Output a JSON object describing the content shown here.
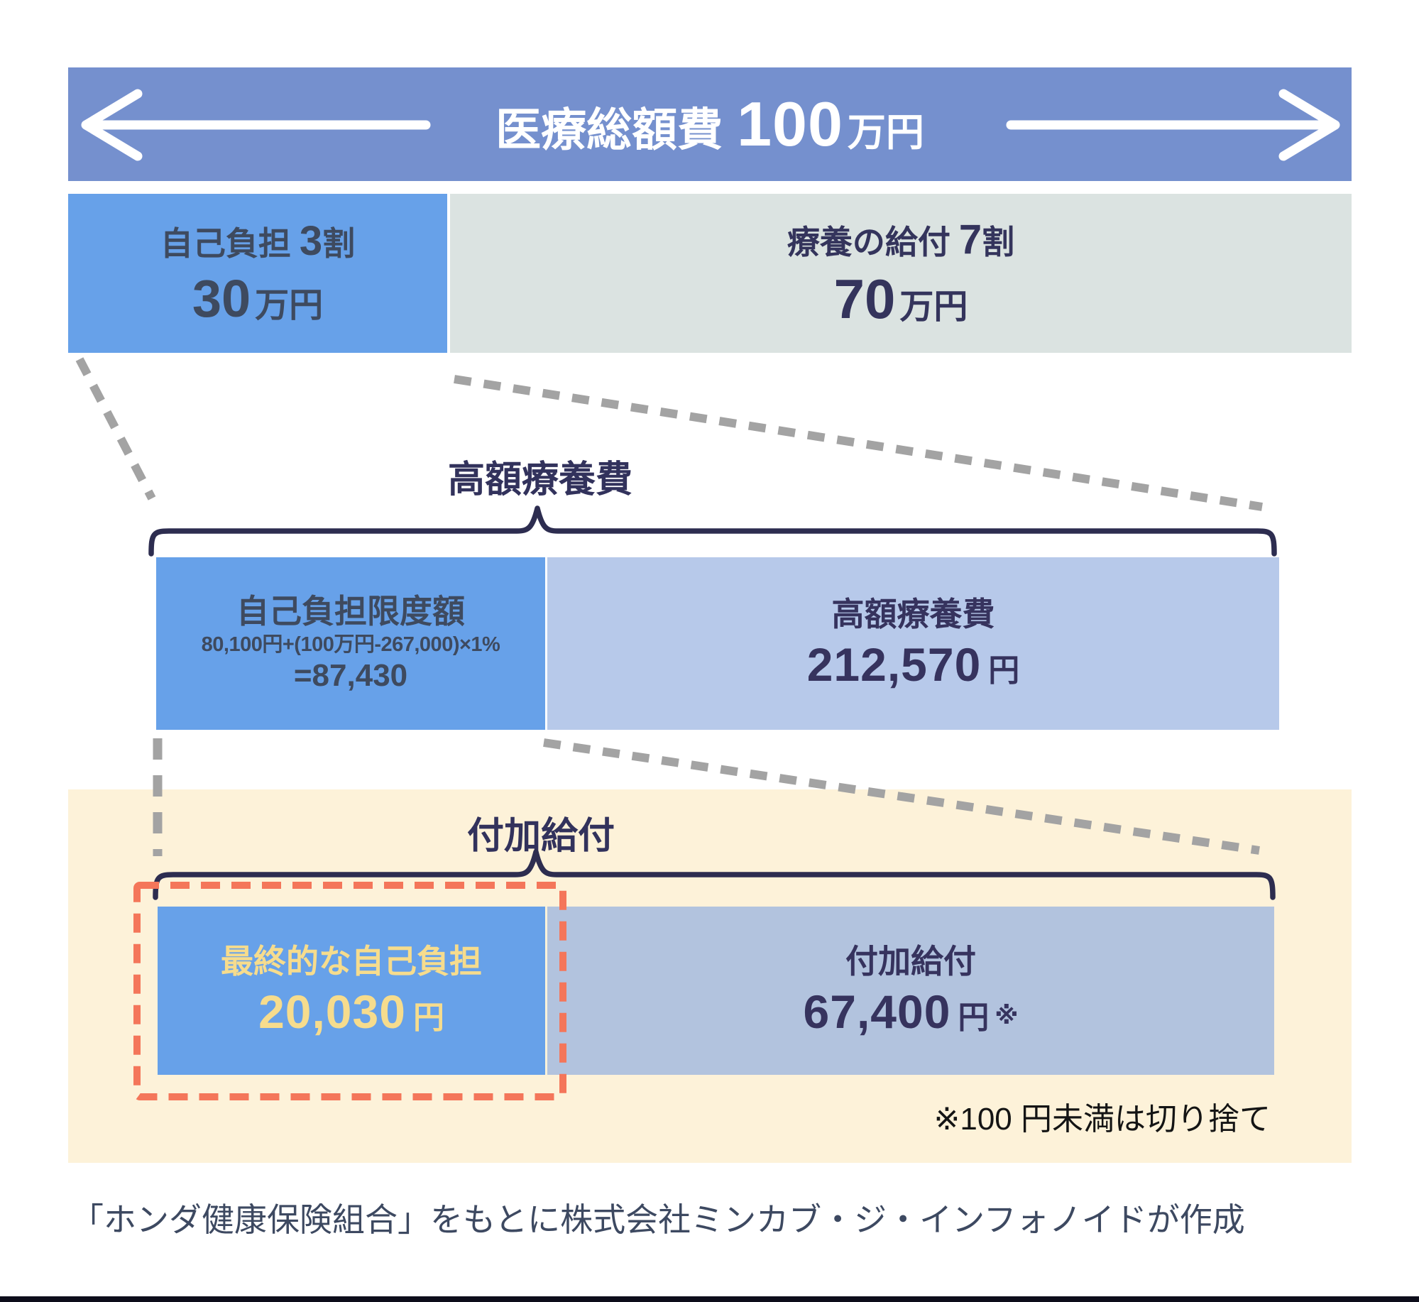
{
  "colors": {
    "top_bar_bg": "#7590ce",
    "blue_box": "#67a1e9",
    "gray_green_box": "#dbe3e1",
    "periwinkle_box": "#b7c9ea",
    "muted_periwinkle_box": "#b2c3de",
    "cream_bg": "#fdf2d9",
    "yellow_text": "#f6dc8d",
    "brace": "#2d2d50",
    "orange_dash": "#f4765a",
    "gray_dash": "#a3a3a3"
  },
  "top_bar": {
    "label": "医療総額費",
    "value": "100",
    "unit": "万円"
  },
  "row_total": {
    "self_pay": {
      "label": "自己負担",
      "ratio": "3",
      "ratio_unit": "割",
      "value": "30",
      "unit": "万円"
    },
    "benefit": {
      "label": "療養の給付",
      "ratio": "7",
      "ratio_unit": "割",
      "value": "70",
      "unit": "万円"
    }
  },
  "bracket_kogaku": {
    "label": "高額療養費"
  },
  "row_kogaku": {
    "limit": {
      "title": "自己負担限度額",
      "formula": "80,100円+(100万円-267,000)×1%",
      "result": "=87,430"
    },
    "benefit": {
      "title": "高額療養費",
      "value": "212,570",
      "unit": "円"
    }
  },
  "bracket_fuka": {
    "label": "付加給付"
  },
  "row_fuka": {
    "final": {
      "title": "最終的な自己負担",
      "value": "20,030",
      "unit": "円"
    },
    "benefit": {
      "title": "付加給付",
      "value": "67,400",
      "unit": "円",
      "note_mark": "※"
    }
  },
  "note": "※100 円未満は切り捨て",
  "footer": "「ホンダ健康保険組合」をもとに株式会社ミンカブ・ジ・インフォノイドが作成"
}
